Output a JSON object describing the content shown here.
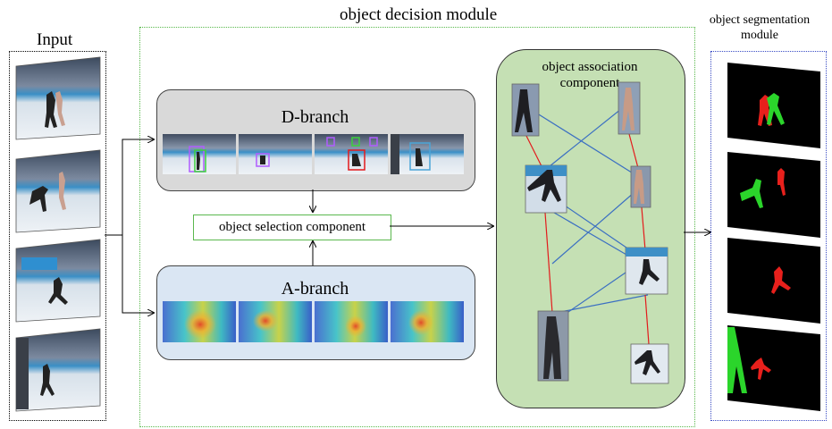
{
  "titles": {
    "input": "Input",
    "decision_module": "object decision module",
    "segmentation_module_line1": "object segmentation",
    "segmentation_module_line2": "module"
  },
  "d_branch": {
    "label": "D-branch"
  },
  "a_branch": {
    "label": "A-branch"
  },
  "selection": {
    "label": "object selection component"
  },
  "association": {
    "label_line1": "object association",
    "label_line2": "component"
  },
  "colors": {
    "d_branch_fill": "#d9d9d9",
    "a_branch_fill": "#dae6f3",
    "association_fill": "#c5e0b4",
    "red_edge": "#e31a1c",
    "blue_edge": "#3b6fc2",
    "seg_green": "#2bd52b",
    "seg_red": "#e8201c"
  }
}
